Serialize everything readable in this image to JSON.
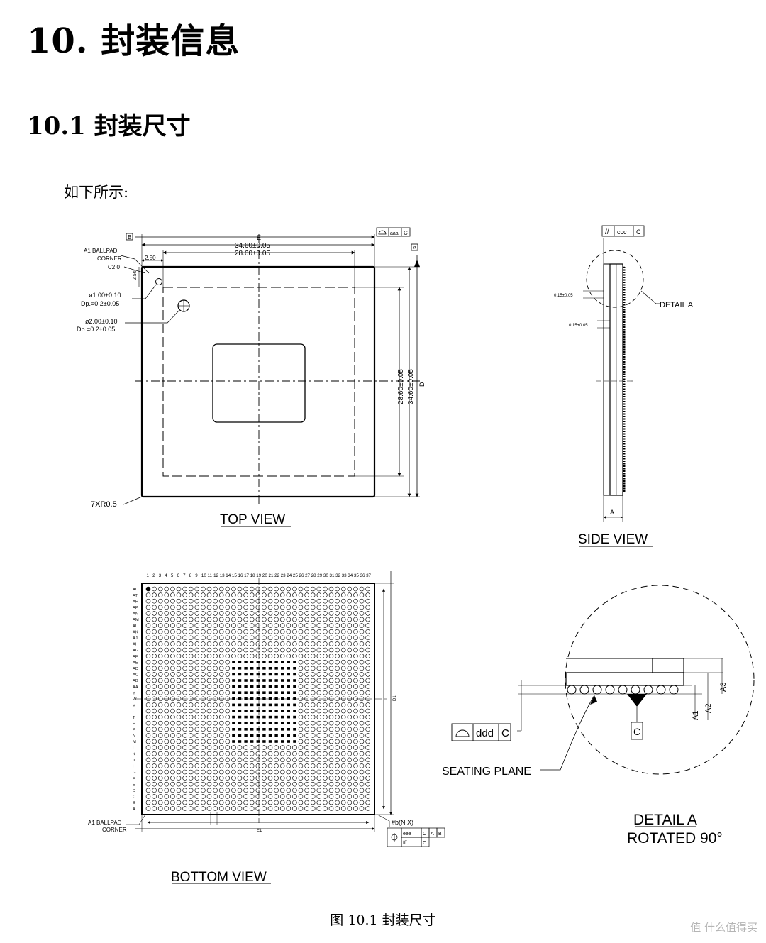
{
  "heading": "10.  封装信息",
  "subheading": "10.1  封装尺寸",
  "intro": "如下所示:",
  "caption": "图 10.1  封装尺寸",
  "watermark": "值 什么值得买",
  "top_view": {
    "label": "TOP  VIEW",
    "datum_b": "B",
    "datum_a": "A",
    "dim_e": "E",
    "dim_d": "D",
    "outer": "34.60±0.05",
    "inner": "28.60±0.05",
    "a1_corner": "A1 BALLPAD",
    "a1_corner2": "CORNER",
    "chamfer": "C2.0",
    "dim_250": "2.50",
    "dim_250_v": "2.50",
    "hole1": "ø1.00±0.10",
    "hole1_depth": "Dp.=0.2±0.05",
    "hole2": "ø2.00±0.10",
    "hole2_depth": "Dp.=0.2±0.05",
    "radius": "7XR0.5",
    "fcf_flat": "aaa",
    "fcf_datum": "C"
  },
  "side_view": {
    "label": "SIDE  VIEW",
    "fcf_par": "//",
    "fcf_tol": "ccc",
    "fcf_datum": "C",
    "dim1": "0.15±0.05",
    "dim2": "0.15±0.05",
    "detail": "DETAIL  A",
    "dim_a": "A"
  },
  "bottom_view": {
    "label": "BOTTOM  VIEW",
    "cols": [
      "1",
      "2",
      "3",
      "4",
      "5",
      "6",
      "7",
      "8",
      "9",
      "10",
      "11",
      "12",
      "13",
      "14",
      "15",
      "16",
      "17",
      "18",
      "19",
      "20",
      "21",
      "22",
      "23",
      "24",
      "25",
      "26",
      "27",
      "28",
      "29",
      "30",
      "31",
      "32",
      "33",
      "34",
      "35",
      "36",
      "37"
    ],
    "rows": [
      "AU",
      "AT",
      "AR",
      "AP",
      "AN",
      "AM",
      "AL",
      "AK",
      "AJ",
      "AH",
      "AG",
      "AF",
      "AE",
      "AD",
      "AC",
      "AB",
      "AA",
      "Y",
      "W",
      "V",
      "U",
      "T",
      "R",
      "P",
      "N",
      "M",
      "L",
      "K",
      "J",
      "H",
      "G",
      "F",
      "E",
      "D",
      "C",
      "B",
      "A"
    ],
    "a1_corner": "A1 BALLPAD",
    "a1_corner2": "CORNER",
    "ball": "#b(N X)",
    "fcf1_tol": "eee",
    "fcf1_d1": "C",
    "fcf1_d2": "A",
    "fcf1_d3": "B",
    "fcf2_tol": "fff",
    "fcf2_d1": "C",
    "dim_e1": "E1",
    "dim_d1": "D1"
  },
  "detail_a": {
    "label1": "DETAIL  A",
    "label2": "ROTATED  90°",
    "seating": "SEATING  PLANE",
    "fcf_tol": "ddd",
    "fcf_datum": "C",
    "datum": "C",
    "a1": "A1",
    "a2": "A2",
    "a3": "A3"
  }
}
